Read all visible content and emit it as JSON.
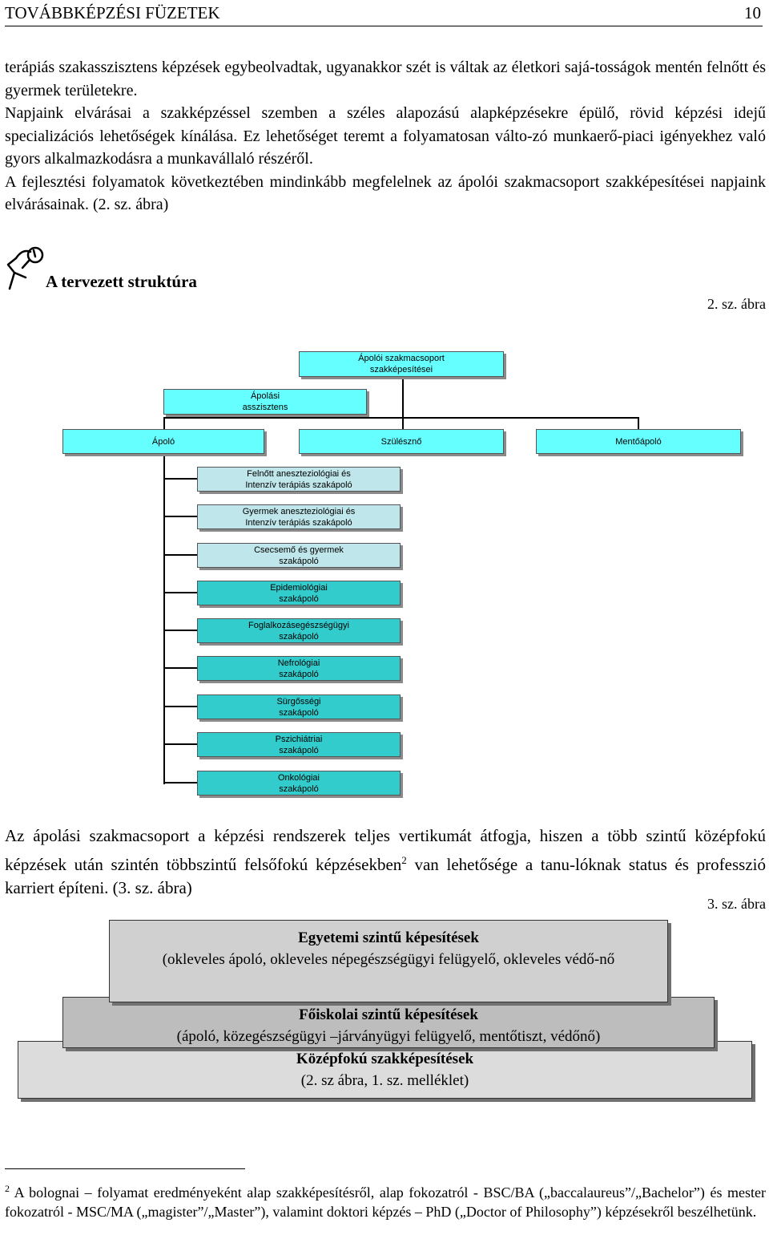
{
  "header": {
    "title": "TOVÁBBKÉPZÉSI FÜZETEK",
    "page_number": "10"
  },
  "intro": {
    "p1": "terápiás szakasszisztens képzések egybeolvadtak, ugyanakkor szét is váltak az életkori sajá-tosságok mentén felnőtt és gyermek területekre.",
    "p2": "Napjaink elvárásai a szakképzéssel szemben a széles alapozású alapképzésekre épülő, rövid képzési idejű specializációs lehetőségek kínálása. Ez lehetőséget teremt a folyamatosan válto-zó munkaerő-piaci igényekhez való gyors alkalmazkodásra a munkavállaló részéről.",
    "p3": "A fejlesztési folyamatok következtében mindinkább megfelelnek az ápolói szakmacsoport szakképesítései napjaink elvárásainak. (2. sz. ábra)"
  },
  "figure2": {
    "title": "A tervezett struktúra",
    "ref": "2. sz. ábra",
    "root": "Ápolói szakmacsoport\nszakképesítései",
    "assistant": "Ápolási\nasszisztens",
    "branches": [
      "Ápoló",
      "Szülésznő",
      "Mentőápoló"
    ],
    "specialties": [
      "Felnőtt aneszteziológiai és\nIntenzív  terápiás szakápoló",
      "Gyermek aneszteziológiai és\nIntenzív terápiás szakápoló",
      "Csecsemő és gyermek\nszakápoló",
      "Epidemiológiai\nszakápoló",
      "Foglalkozásegészségügyi\nszakápoló",
      "Nefrológiai\nszakápoló",
      "Sürgősségi\nszakápoló",
      "Pszichiátriai\nszakápoló",
      "Onkológiai\nszakápoló"
    ],
    "colors": {
      "cyan": "#66ffff",
      "light": "#bfe6ea",
      "teal": "#33cccc"
    }
  },
  "mid_text": {
    "before": "Az ápolási szakmacsoport a képzési rendszerek teljes vertikumát átfogja, hiszen a több szintű középfokú képzések után szintén többszintű felsőfokú képzésekben",
    "sup": "2",
    "after": " van lehetősége a tanu-lóknak status és professzió karriert építeni. (3. sz. ábra)"
  },
  "figure3": {
    "ref": "3. sz. ábra",
    "levels": [
      {
        "title": "Egyetemi szintű képesítések",
        "body": "(okleveles ápoló, okleveles népegészségügyi felügyelő, okleveles védő-nő"
      },
      {
        "title": "Főiskolai szintű képesítések",
        "body": "(ápoló, közegészségügyi –járványügyi felügyelő, mentőtiszt, védőnő)"
      },
      {
        "title": "Középfokú szakképesítések",
        "body": "(2. sz ábra, 1. sz. melléklet)"
      }
    ],
    "colors": {
      "top": "#d0d0d0",
      "middle": "#bdbdbd",
      "bottom": "#dcdcdc"
    }
  },
  "footnote": {
    "num": "2",
    "text": " A bolognai – folyamat eredményeként alap szakképesítésről, alap fokozatról - BSC/BA („baccalaureus”/„Bachelor”) és mester fokozatról - MSC/MA („magister”/„Master”), valamint doktori képzés – PhD („Doctor of Philosophy”) képzésekről beszélhetünk."
  }
}
